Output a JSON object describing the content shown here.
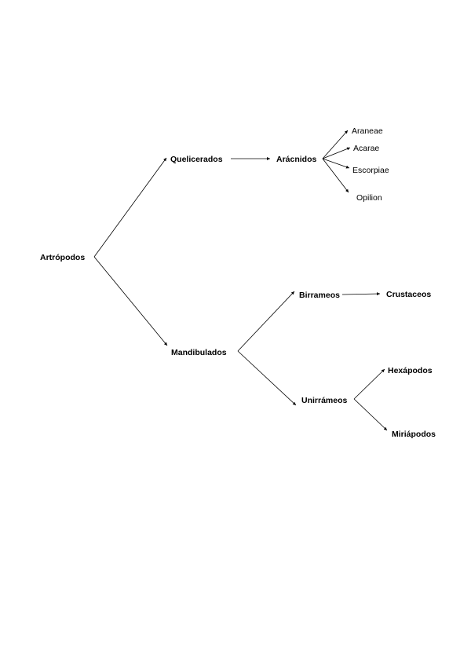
{
  "diagram": {
    "nodes": {
      "artropodos": "Artrópodos",
      "quelicerados": "Quelicerados",
      "aracnidos": "Arácnidos",
      "araneae": "Araneae",
      "acarae": "Acarae",
      "escorpiae": "Escorpiae",
      "opilion": "Opilion",
      "mandibulados": "Mandibulados",
      "birrameos": "Birrameos",
      "crustaceos": "Crustaceos",
      "unirrameos": "Unirrámeos",
      "hexapodos": "Hexápodos",
      "miriapodos": "Miriápodos"
    },
    "edges": [
      [
        "artropodos",
        "quelicerados"
      ],
      [
        "artropodos",
        "mandibulados"
      ],
      [
        "quelicerados",
        "aracnidos"
      ],
      [
        "aracnidos",
        "araneae"
      ],
      [
        "aracnidos",
        "acarae"
      ],
      [
        "aracnidos",
        "escorpiae"
      ],
      [
        "aracnidos",
        "opilion"
      ],
      [
        "mandibulados",
        "birrameos"
      ],
      [
        "mandibulados",
        "unirrameos"
      ],
      [
        "birrameos",
        "crustaceos"
      ],
      [
        "unirrameos",
        "hexapodos"
      ],
      [
        "unirrameos",
        "miriapodos"
      ]
    ]
  }
}
